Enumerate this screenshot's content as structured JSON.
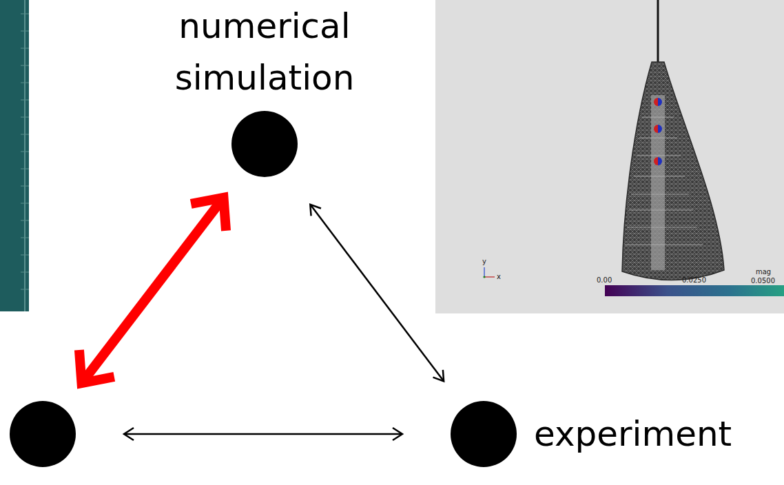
{
  "diagram": {
    "nodes": [
      {
        "text": [
          "numerical simulation"
        ]
      },
      {
        "text": []
      },
      {
        "text": [
          "experiment"
        ]
      }
    ],
    "edges": [
      {
        "from": 0,
        "to": 1,
        "arrow": "both"
      },
      {
        "from": 0,
        "to": 2,
        "arrow": "both"
      },
      {
        "from": 1,
        "to": 2,
        "arrow": "both"
      }
    ],
    "labels": [
      "y",
      "x",
      "0.00",
      "0.0250",
      "0.0500",
      "mag"
    ]
  }
}
